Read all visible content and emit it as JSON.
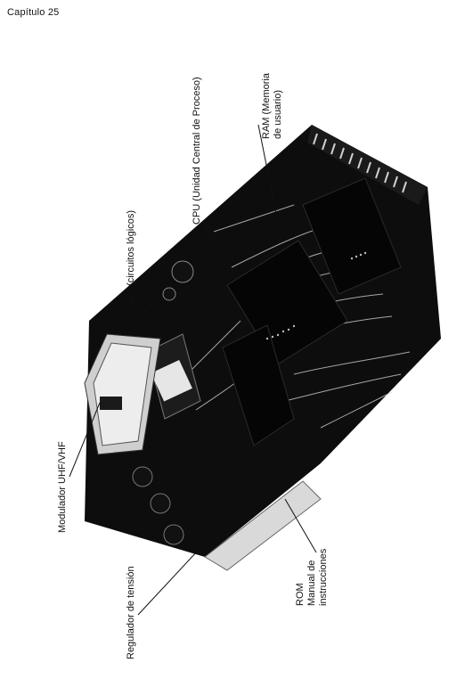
{
  "header": {
    "chapter": "Capítulo 25"
  },
  "labels": {
    "modulator": "Modulador UHF/VHF",
    "regulator": "Regulador de tensión",
    "scl": "SCL (circuitos lógicos)",
    "cpu": "CPU (Unidad Central de Proceso)",
    "ram_line1": "RAM (Memoria",
    "ram_line2": "de usuario)",
    "rom_line1": "ROM",
    "rom_line2": "Manual de",
    "rom_line3": "instrucciones"
  },
  "figure": {
    "content": "photo-circuit-board",
    "colors": {
      "ink": "#111111",
      "board": "#0d0d0d",
      "trace": "#d9d9d9",
      "paper": "#ffffff"
    }
  }
}
